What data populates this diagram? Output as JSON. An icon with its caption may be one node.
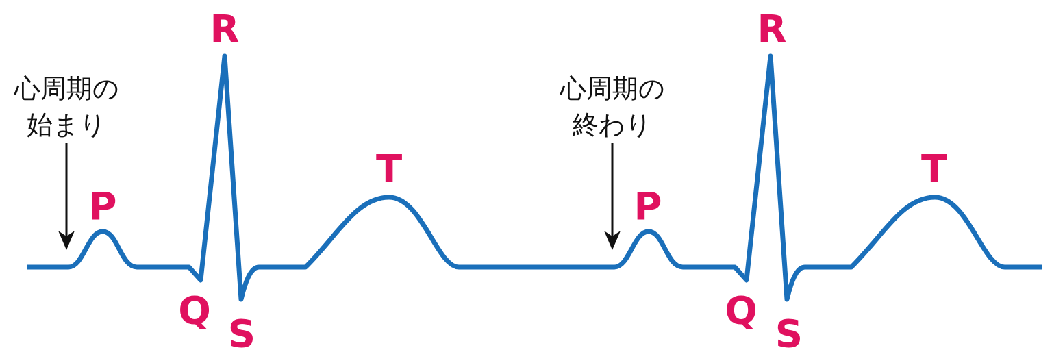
{
  "diagram": {
    "nodes": [
      {
        "text": [
          "心周期の始まり"
        ]
      },
      {
        "text": [
          "心周期の終わり"
        ]
      }
    ],
    "edges": [
      {
        "from": 0,
        "to": null,
        "arrow": "to"
      },
      {
        "from": 1,
        "to": null,
        "arrow": "to"
      }
    ],
    "labels": [
      "P",
      "Q",
      "R",
      "S",
      "T",
      "P",
      "Q",
      "R",
      "S",
      "T"
    ]
  }
}
